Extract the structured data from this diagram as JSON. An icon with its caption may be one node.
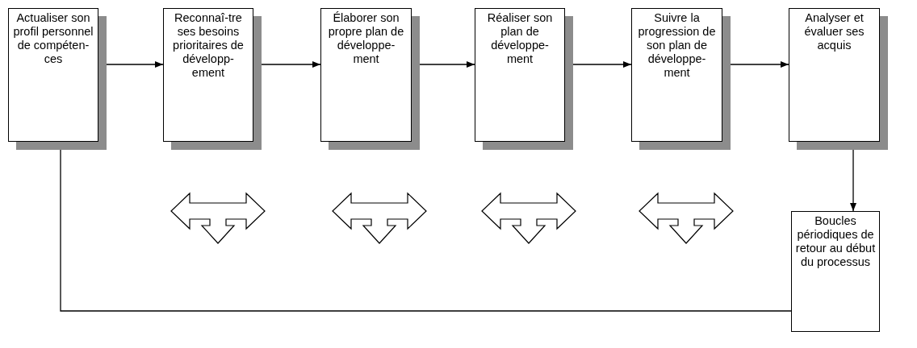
{
  "diagram": {
    "nodes": [
      {
        "text": [
          "Actualiser son profil personnel de compéten-ces"
        ]
      },
      {
        "text": [
          "Reconnaî-tre ses besoins prioritaires de développ-ement"
        ]
      },
      {
        "text": [
          "Élaborer son propre plan de développe-ment"
        ]
      },
      {
        "text": [
          "Réaliser son plan de développe-ment"
        ]
      },
      {
        "text": [
          "Suivre la progression de son plan de développe-ment"
        ]
      },
      {
        "text": [
          "Analyser et évaluer ses acquis"
        ]
      },
      {
        "text": [
          "Boucles périodiques de retour au début du processus"
        ]
      }
    ],
    "edges": [
      {
        "from": 0,
        "to": 1,
        "arrow": "to"
      },
      {
        "from": 1,
        "to": 2,
        "arrow": "to"
      },
      {
        "from": 2,
        "to": 3,
        "arrow": "to"
      },
      {
        "from": 3,
        "to": 4,
        "arrow": "to"
      },
      {
        "from": 4,
        "to": 5,
        "arrow": "to"
      },
      {
        "from": 5,
        "to": 6,
        "arrow": "to"
      },
      {
        "from": 6,
        "to": 0,
        "arrow": "to"
      }
    ]
  }
}
